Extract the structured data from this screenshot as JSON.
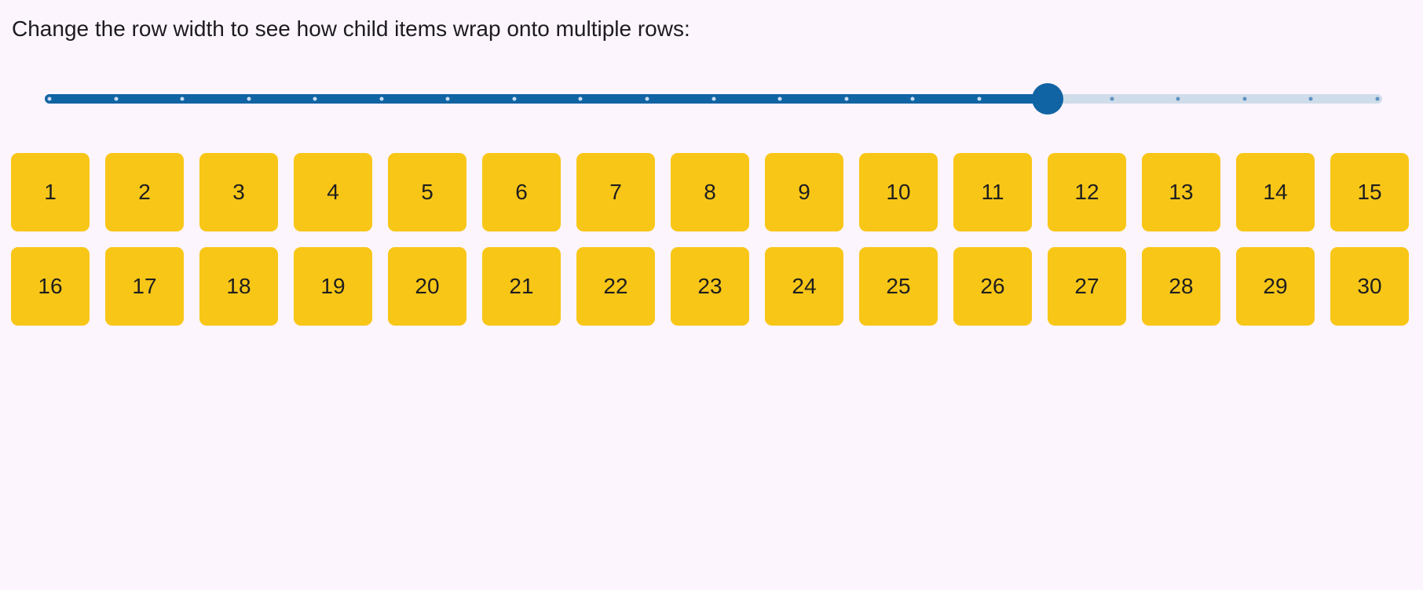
{
  "page": {
    "background": "#FCF5FD",
    "text_color": "#1D1B20"
  },
  "header": {
    "instruction": "Change the row width to see how child items wrap onto multiple rows:"
  },
  "slider": {
    "label": "row width",
    "min": 0,
    "max": 20,
    "value": 15,
    "percent_filled": 75,
    "tick_count": 21,
    "colors": {
      "fill": "#1164A3",
      "thumb": "#1164A3",
      "rail": "#CFDCE9",
      "tick_on_fill": "#C7DCEF",
      "tick_on_rail": "#5E92C2"
    }
  },
  "grid": {
    "items": [
      "1",
      "2",
      "3",
      "4",
      "5",
      "6",
      "7",
      "8",
      "9",
      "10",
      "11",
      "12",
      "13",
      "14",
      "15",
      "16",
      "17",
      "18",
      "19",
      "20",
      "21",
      "22",
      "23",
      "24",
      "25",
      "26",
      "27",
      "28",
      "29",
      "30"
    ],
    "items_per_row": 15,
    "colors": {
      "item_background": "#F8C617",
      "item_text": "#1F1F1F"
    }
  }
}
